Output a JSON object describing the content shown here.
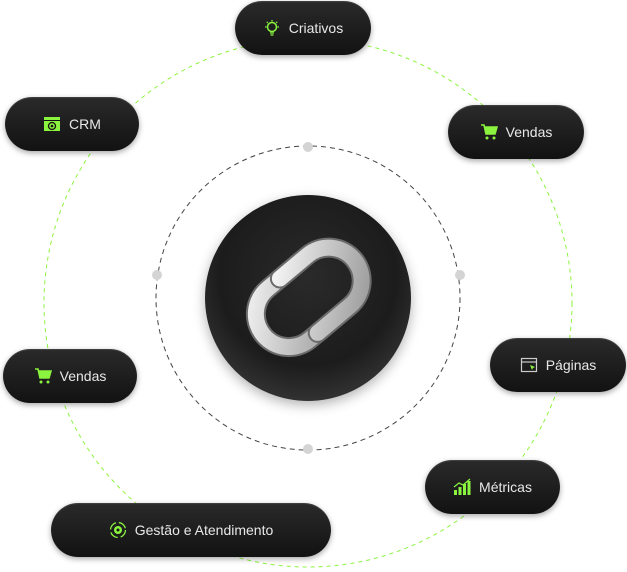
{
  "colors": {
    "accent": "#8BF43E",
    "pill_bg": "#161616",
    "text": "#e8e8e8"
  },
  "logo": {
    "icon": "link-logo"
  },
  "items": [
    {
      "label": "Criativos",
      "icon": "lightbulb-icon"
    },
    {
      "label": "CRM",
      "icon": "crm-browser-icon"
    },
    {
      "label": "Vendas",
      "icon": "cart-icon"
    },
    {
      "label": "Páginas",
      "icon": "web-page-icon"
    },
    {
      "label": "Vendas",
      "icon": "cart-icon"
    },
    {
      "label": "Métricas",
      "icon": "bar-chart-icon"
    },
    {
      "label": "Gestão e Atendimento",
      "icon": "gear-cycle-icon"
    }
  ]
}
